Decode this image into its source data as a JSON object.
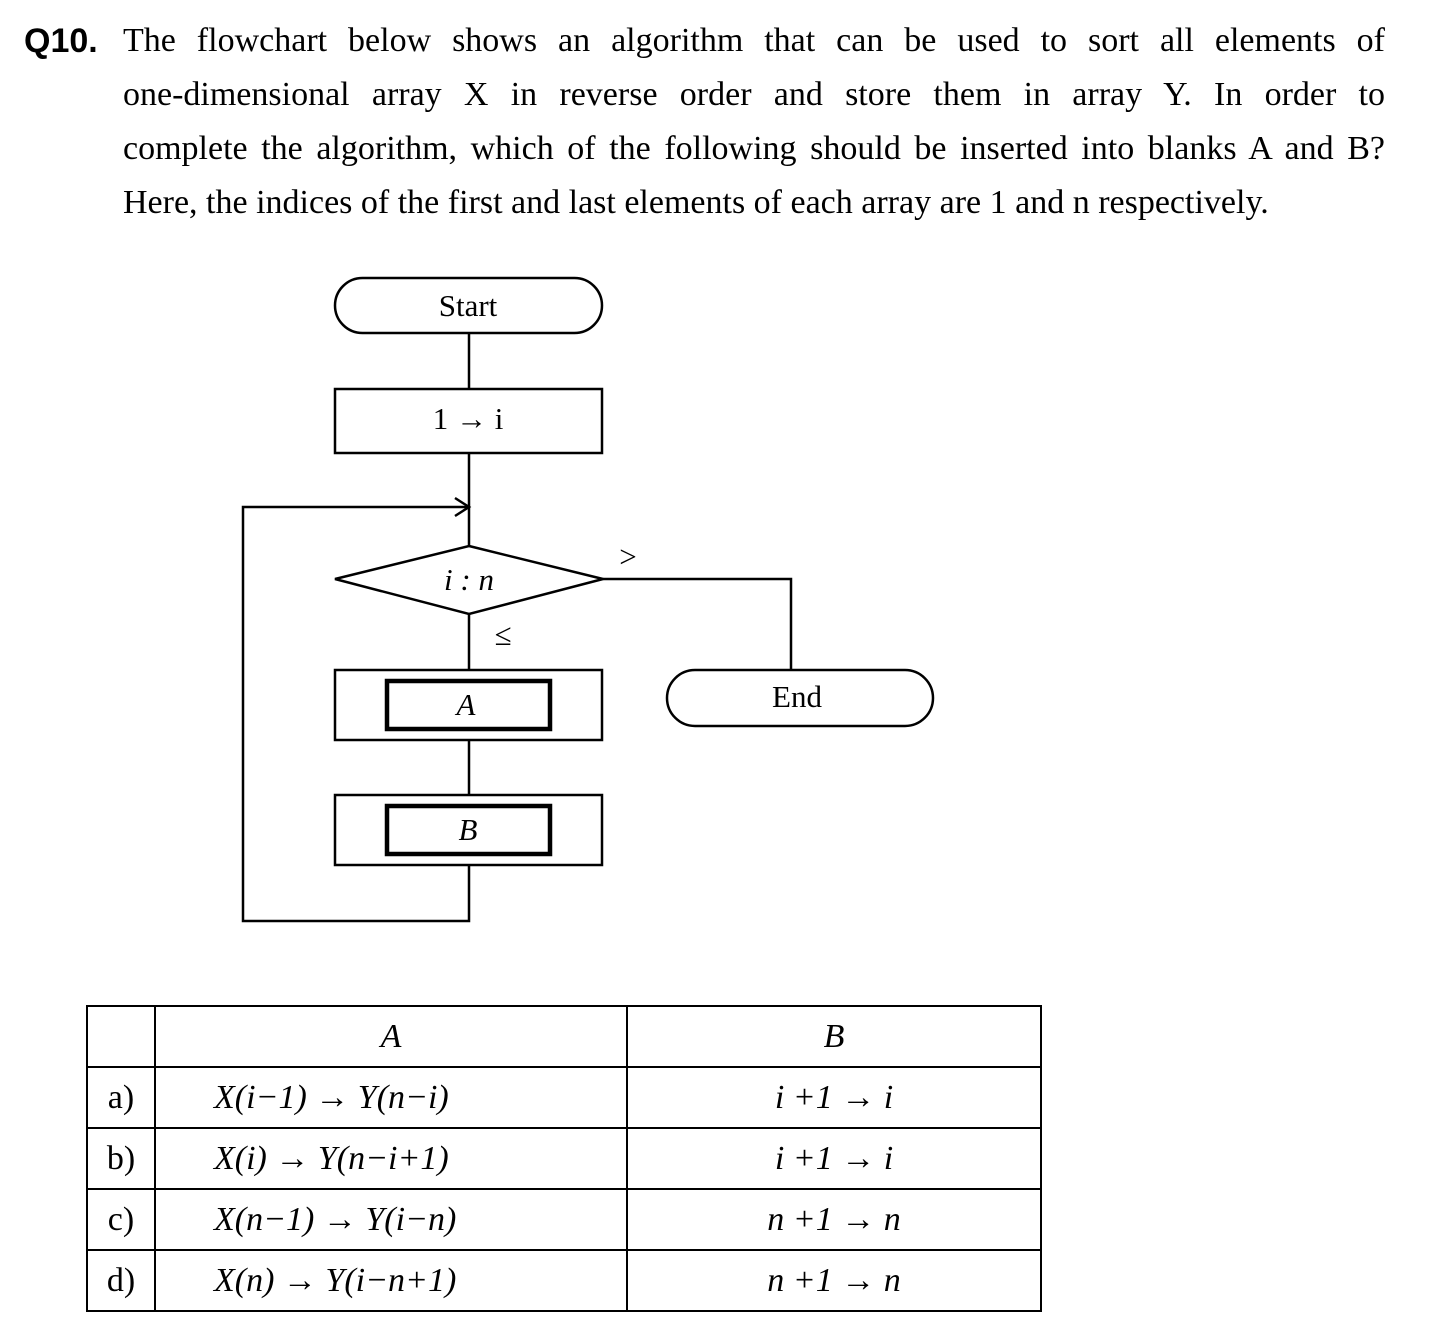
{
  "question": {
    "number": "Q10.",
    "lines": [
      "The flowchart below shows an algorithm that can be used to sort all elements of",
      "one-dimensional array X in reverse order and store them in array Y.  In order to",
      "complete the algorithm, which of the following should be inserted into blanks A and B?",
      "Here, the indices of the first and last elements of each array are 1 and n respectively."
    ]
  },
  "flowchart": {
    "start_label": "Start",
    "init_label": "1 → i",
    "decision_label": "i : n",
    "branch_greater": ">",
    "branch_less_equal": "≤",
    "blank_a": "A",
    "blank_b": "B",
    "end_label": "End"
  },
  "answer_table": {
    "headers": [
      "",
      "A",
      "B"
    ],
    "rows": [
      {
        "option": "a)",
        "a": "X(i−1) → Y(n−i)",
        "b": "i +1 → i"
      },
      {
        "option": "b)",
        "a": "X(i) → Y(n−i+1)",
        "b": "i +1 → i"
      },
      {
        "option": "c)",
        "a": "X(n−1) → Y(i−n)",
        "b": "n +1 → n"
      },
      {
        "option": "d)",
        "a": "X(n) → Y(i−n+1)",
        "b": "n +1 → n"
      }
    ]
  }
}
